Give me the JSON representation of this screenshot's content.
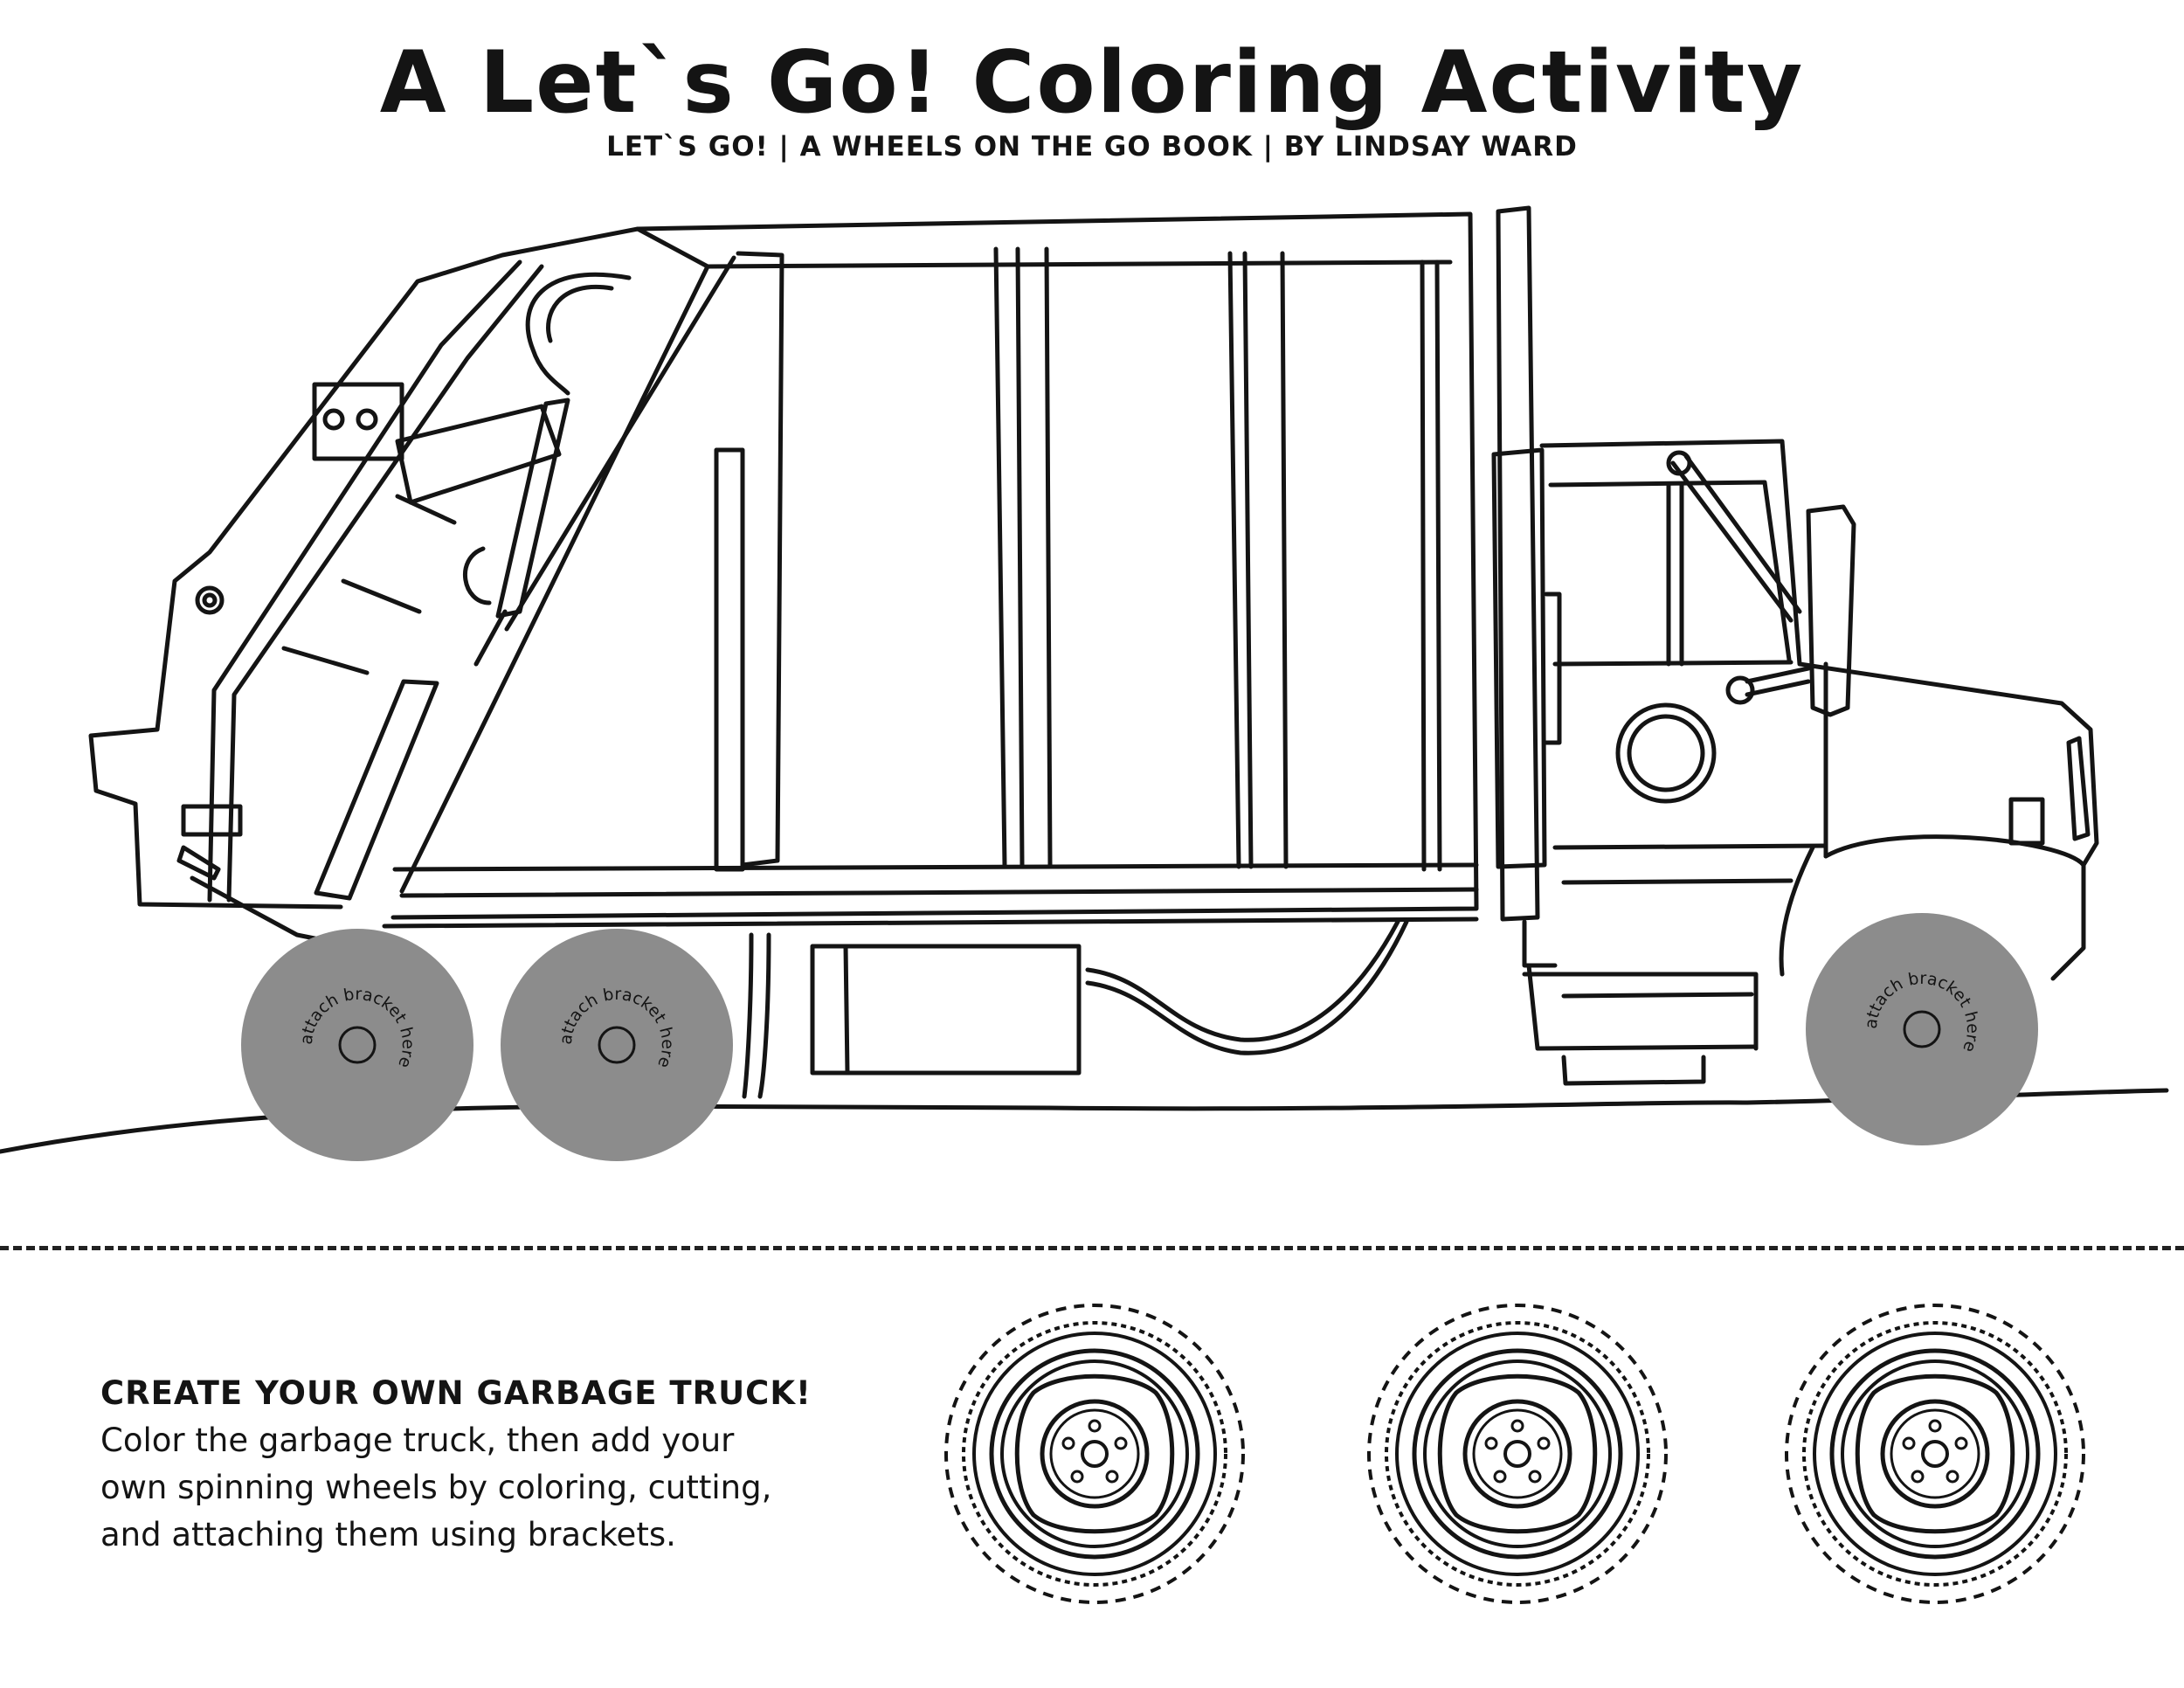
{
  "header": {
    "title": "A Let`s Go! Coloring Activity",
    "subtitle": "LET`S GO! | A WHEELS ON THE GO BOOK | BY LINDSAY WARD"
  },
  "truck": {
    "wheel_label": "attach bracket here"
  },
  "instructions": {
    "heading": "CREATE YOUR OWN GARBAGE TRUCK!",
    "lines": [
      "Color the garbage truck, then add your",
      "own spinning wheels by coloring, cutting,",
      "and attaching them using brackets."
    ]
  },
  "colors": {
    "ink": "#141414",
    "wheel_fill": "#8c8c8c"
  },
  "icons": [
    "garbage-truck-illustration",
    "wheel-cutout-icon"
  ]
}
